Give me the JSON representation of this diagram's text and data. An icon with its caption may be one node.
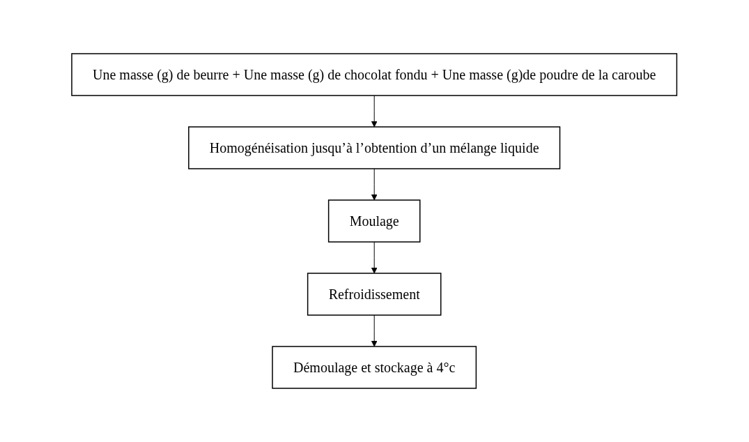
{
  "diagram": {
    "nodes": [
      {
        "text": [
          "Une masse (g) de beurre + Une masse (g) de chocolat fondu + Une masse (g)de poudre de la caroube"
        ]
      },
      {
        "text": [
          "Homogénéisation jusqu’à l’obtention d’un mélange liquide"
        ]
      },
      {
        "text": [
          "Moulage"
        ]
      },
      {
        "text": [
          "Refroidissement"
        ]
      },
      {
        "text": [
          "Démoulage et stockage à 4°c"
        ]
      }
    ],
    "edges": [
      {
        "from": 0,
        "to": 1,
        "arrow": "to"
      },
      {
        "from": 1,
        "to": 2,
        "arrow": "to"
      },
      {
        "from": 2,
        "to": 3,
        "arrow": "to"
      },
      {
        "from": 3,
        "to": 4,
        "arrow": "to"
      }
    ]
  }
}
